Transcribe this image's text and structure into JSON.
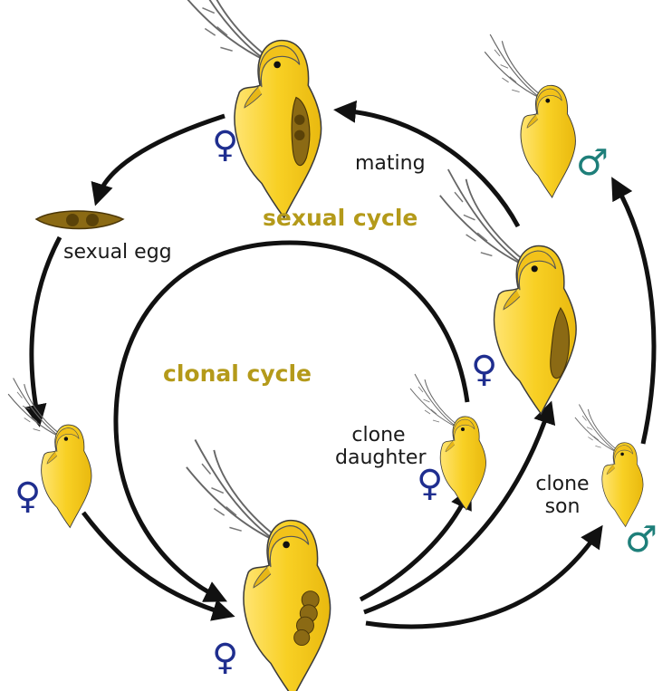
{
  "labels": {
    "sexual_cycle": "sexual cycle",
    "clonal_cycle": "clonal cycle",
    "mating": "mating",
    "sexual_egg": "sexual egg",
    "clone_daughter_line1": "clone",
    "clone_daughter_line2": "daughter",
    "clone_son_line1": "clone",
    "clone_son_line2": "son"
  },
  "symbols": {
    "female": "♀",
    "male": "♂"
  },
  "colors": {
    "cycle_label": "#b49a1a",
    "body_fill": "#f6cd1e",
    "body_stroke": "#3a3a3a",
    "egg": "#8b6a14",
    "egg_dark": "#5a4208",
    "arrow": "#111111",
    "female_symbol": "#1f2e8f",
    "male_symbol": "#1e7f7a"
  },
  "icons": [
    "daphnia-female-icon",
    "daphnia-male-icon",
    "sexual-egg-icon",
    "female-symbol-icon",
    "male-symbol-icon"
  ]
}
